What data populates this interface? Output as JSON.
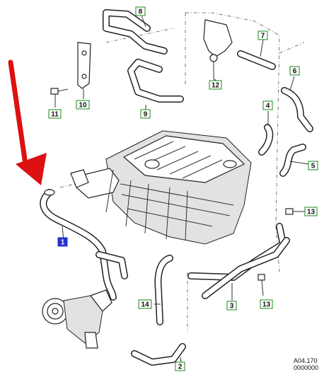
{
  "figure_code": "A04.170",
  "figure_number": "0000000",
  "colors": {
    "highlight": "#2233cc",
    "callout_green": "#1a8a1a",
    "arrow_red": "#dd1111"
  },
  "callouts": [
    {
      "id": "1",
      "label": "1",
      "highlight": true
    },
    {
      "id": "2",
      "label": "2",
      "highlight": false
    },
    {
      "id": "3",
      "label": "3",
      "highlight": false
    },
    {
      "id": "4",
      "label": "4",
      "highlight": false
    },
    {
      "id": "5",
      "label": "5",
      "highlight": false
    },
    {
      "id": "6",
      "label": "6",
      "highlight": false
    },
    {
      "id": "7",
      "label": "7",
      "highlight": false
    },
    {
      "id": "8",
      "label": "8",
      "highlight": false
    },
    {
      "id": "9",
      "label": "9",
      "highlight": false
    },
    {
      "id": "10",
      "label": "10",
      "highlight": false
    },
    {
      "id": "11",
      "label": "11",
      "highlight": false
    },
    {
      "id": "12",
      "label": "12",
      "highlight": false
    },
    {
      "id": "13a",
      "label": "13",
      "highlight": false
    },
    {
      "id": "13b",
      "label": "13",
      "highlight": false
    },
    {
      "id": "14",
      "label": "14",
      "highlight": false
    }
  ]
}
